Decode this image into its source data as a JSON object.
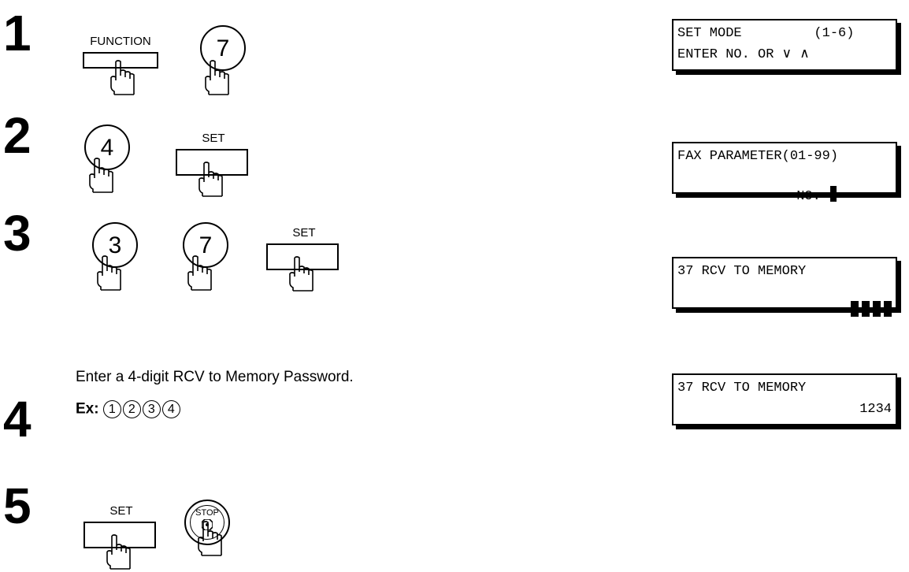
{
  "steps": [
    {
      "num": "1"
    },
    {
      "num": "2"
    },
    {
      "num": "3"
    },
    {
      "num": "4",
      "instruction": "Enter a 4-digit RCV to Memory Password.",
      "example_label": "Ex:",
      "example_digits": [
        "1",
        "2",
        "3",
        "4"
      ]
    },
    {
      "num": "5"
    }
  ],
  "keys": {
    "function": "FUNCTION",
    "set": "SET",
    "stop": "STOP",
    "step1_digit": "7",
    "step2_digit": "4",
    "step3_digit1": "3",
    "step3_digit2": "7"
  },
  "displays": [
    {
      "line1": "SET MODE         (1-6)",
      "line2": "ENTER NO. OR ∨ ∧"
    },
    {
      "line1": "FAX PARAMETER(01-99)",
      "line2": "NO.="
    },
    {
      "line1": "37 RCV TO MEMORY",
      "line2_blocks": 4
    },
    {
      "line1": "37 RCV TO MEMORY",
      "line2": "1234"
    }
  ]
}
